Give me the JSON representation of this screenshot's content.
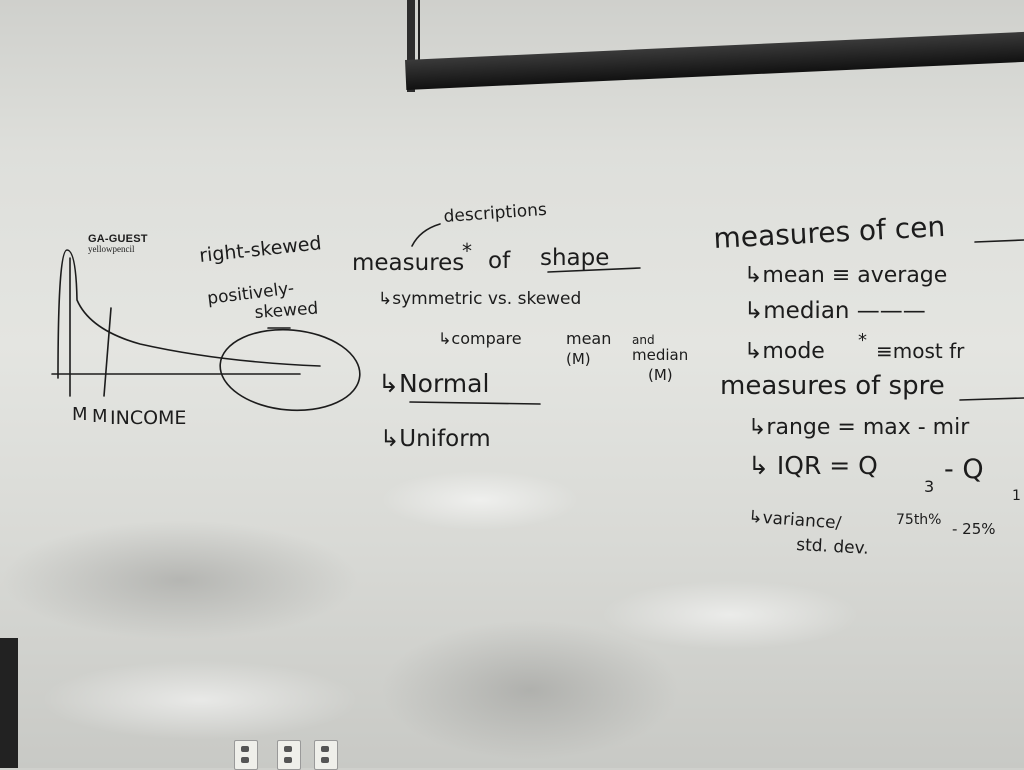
{
  "sticker": {
    "line1": "GA-GUEST",
    "line2": "yellowpencil"
  },
  "sketch": {
    "axis_label_left": "M",
    "axis_label_mid": "M",
    "axis_label_main": "INCOME"
  },
  "skew_notes": {
    "right": "right-skewed",
    "positively": "positively-",
    "skewed": "skewed"
  },
  "shape": {
    "descriptions": "descriptions",
    "heading_a": "measures",
    "heading_star": "*",
    "heading_of": "of",
    "heading_b": "shape",
    "sym": "↳symmetric vs. skewed",
    "compare": "↳compare",
    "mean": "mean",
    "and": "and",
    "median": "median",
    "mean_sym": "(M)",
    "median_sym": "(M)",
    "normal": "↳Normal",
    "uniform": "↳Uniform"
  },
  "center": {
    "heading": "measures of cen",
    "mean": "↳mean ≡ average",
    "median": "↳median ———",
    "mode": "↳mode",
    "mode_star": "*",
    "mode_def": "≡most fr"
  },
  "spread": {
    "heading": "measures of spre",
    "range": "↳range = max - mir",
    "iqr": "↳ IQR = Q",
    "q3": "3",
    "minus": "- Q",
    "q1": "1",
    "pct75": "75th%",
    "pct25": "- 25%",
    "variance": "↳variance/",
    "std": "std. dev."
  }
}
